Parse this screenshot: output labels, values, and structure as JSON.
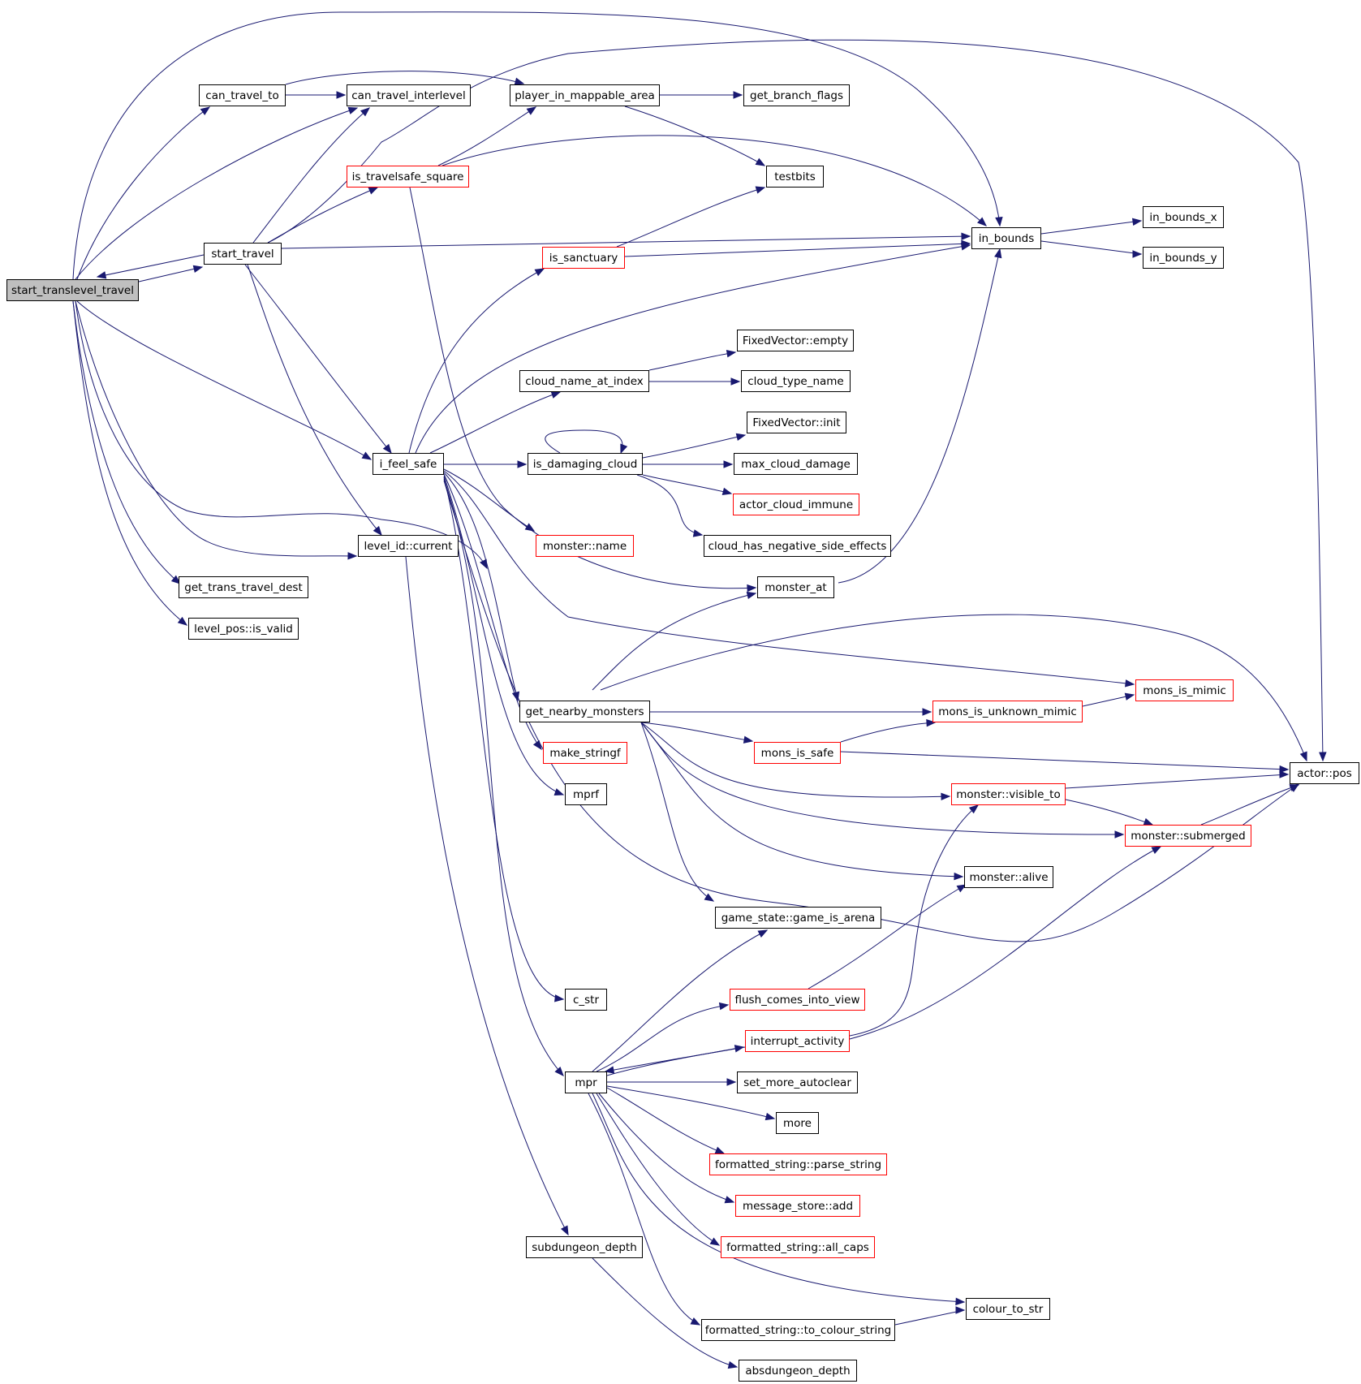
{
  "graph": {
    "colors": {
      "edge": "#191970",
      "incomplete_border": "#ff0000",
      "border": "#000000",
      "root_fill": "#bfbfbf"
    },
    "nodes": [
      {
        "id": "start_translevel_travel",
        "label": "start_translevel_travel",
        "kind": "root"
      },
      {
        "id": "can_travel_to",
        "label": "can_travel_to",
        "kind": "normal"
      },
      {
        "id": "can_travel_interlevel",
        "label": "can_travel_interlevel",
        "kind": "normal"
      },
      {
        "id": "player_in_mappable_area",
        "label": "player_in_mappable_area",
        "kind": "normal"
      },
      {
        "id": "get_branch_flags",
        "label": "get_branch_flags",
        "kind": "normal"
      },
      {
        "id": "is_travelsafe_square",
        "label": "is_travelsafe_square",
        "kind": "incomplete"
      },
      {
        "id": "testbits",
        "label": "testbits",
        "kind": "normal"
      },
      {
        "id": "start_travel",
        "label": "start_travel",
        "kind": "normal"
      },
      {
        "id": "in_bounds",
        "label": "in_bounds",
        "kind": "normal"
      },
      {
        "id": "in_bounds_x",
        "label": "in_bounds_x",
        "kind": "normal"
      },
      {
        "id": "is_sanctuary",
        "label": "is_sanctuary",
        "kind": "incomplete"
      },
      {
        "id": "in_bounds_y",
        "label": "in_bounds_y",
        "kind": "normal"
      },
      {
        "id": "fixedvector_empty",
        "label": "FixedVector::empty",
        "kind": "normal"
      },
      {
        "id": "cloud_name_at_index",
        "label": "cloud_name_at_index",
        "kind": "normal"
      },
      {
        "id": "cloud_type_name",
        "label": "cloud_type_name",
        "kind": "normal"
      },
      {
        "id": "fixedvector_init",
        "label": "FixedVector::init",
        "kind": "normal"
      },
      {
        "id": "i_feel_safe",
        "label": "i_feel_safe",
        "kind": "normal"
      },
      {
        "id": "is_damaging_cloud",
        "label": "is_damaging_cloud",
        "kind": "normal"
      },
      {
        "id": "max_cloud_damage",
        "label": "max_cloud_damage",
        "kind": "normal"
      },
      {
        "id": "actor_cloud_immune",
        "label": "actor_cloud_immune",
        "kind": "incomplete"
      },
      {
        "id": "level_id_current",
        "label": "level_id::current",
        "kind": "normal"
      },
      {
        "id": "monster_name",
        "label": "monster::name",
        "kind": "incomplete"
      },
      {
        "id": "cloud_has_negative_side_effects",
        "label": "cloud_has_negative_side_effects",
        "kind": "normal"
      },
      {
        "id": "get_trans_travel_dest",
        "label": "get_trans_travel_dest",
        "kind": "normal"
      },
      {
        "id": "monster_at",
        "label": "monster_at",
        "kind": "normal"
      },
      {
        "id": "level_pos_is_valid",
        "label": "level_pos::is_valid",
        "kind": "normal"
      },
      {
        "id": "mons_is_mimic",
        "label": "mons_is_mimic",
        "kind": "incomplete"
      },
      {
        "id": "get_nearby_monsters",
        "label": "get_nearby_monsters",
        "kind": "normal"
      },
      {
        "id": "mons_is_unknown_mimic",
        "label": "mons_is_unknown_mimic",
        "kind": "incomplete"
      },
      {
        "id": "make_stringf",
        "label": "make_stringf",
        "kind": "incomplete"
      },
      {
        "id": "mons_is_safe",
        "label": "mons_is_safe",
        "kind": "incomplete"
      },
      {
        "id": "actor_pos",
        "label": "actor::pos",
        "kind": "normal"
      },
      {
        "id": "mprf",
        "label": "mprf",
        "kind": "normal"
      },
      {
        "id": "monster_visible_to",
        "label": "monster::visible_to",
        "kind": "incomplete"
      },
      {
        "id": "monster_submerged",
        "label": "monster::submerged",
        "kind": "incomplete"
      },
      {
        "id": "monster_alive",
        "label": "monster::alive",
        "kind": "normal"
      },
      {
        "id": "game_is_arena",
        "label": "game_state::game_is_arena",
        "kind": "normal"
      },
      {
        "id": "c_str",
        "label": "c_str",
        "kind": "normal"
      },
      {
        "id": "flush_comes_into_view",
        "label": "flush_comes_into_view",
        "kind": "incomplete"
      },
      {
        "id": "interrupt_activity",
        "label": "interrupt_activity",
        "kind": "incomplete"
      },
      {
        "id": "mpr",
        "label": "mpr",
        "kind": "normal"
      },
      {
        "id": "set_more_autoclear",
        "label": "set_more_autoclear",
        "kind": "normal"
      },
      {
        "id": "more",
        "label": "more",
        "kind": "normal"
      },
      {
        "id": "parse_string",
        "label": "formatted_string::parse_string",
        "kind": "incomplete"
      },
      {
        "id": "message_store_add",
        "label": "message_store::add",
        "kind": "incomplete"
      },
      {
        "id": "all_caps",
        "label": "formatted_string::all_caps",
        "kind": "incomplete"
      },
      {
        "id": "subdungeon_depth",
        "label": "subdungeon_depth",
        "kind": "normal"
      },
      {
        "id": "colour_to_str",
        "label": "colour_to_str",
        "kind": "normal"
      },
      {
        "id": "to_colour_string",
        "label": "formatted_string::to_colour_string",
        "kind": "normal"
      },
      {
        "id": "absdungeon_depth",
        "label": "absdungeon_depth",
        "kind": "normal"
      }
    ]
  }
}
